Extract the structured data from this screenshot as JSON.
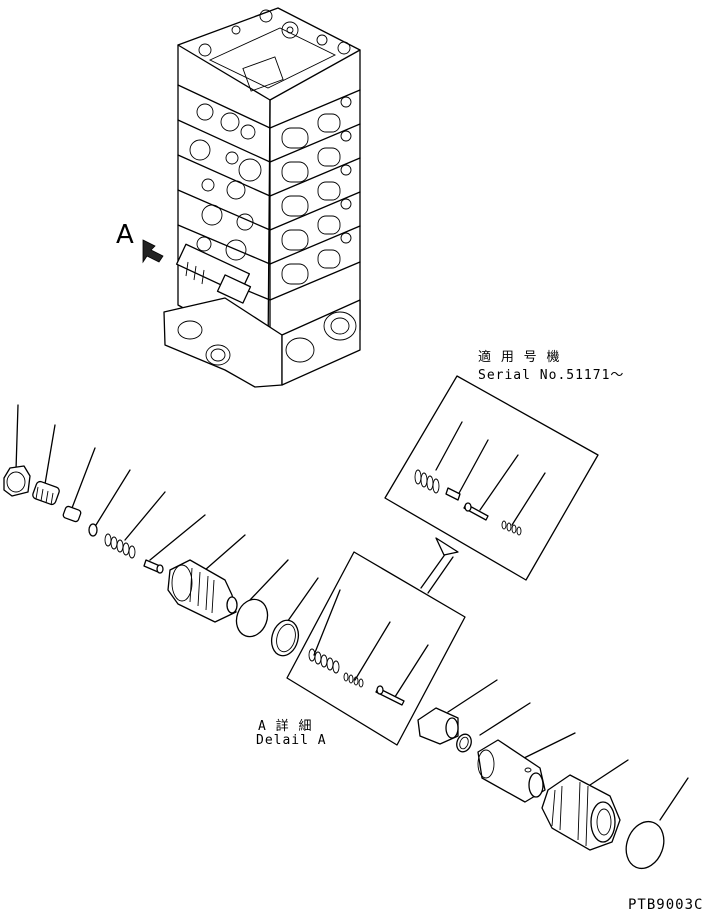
{
  "view_label": "A",
  "detail_label_jp": "A 詳 細",
  "detail_label_en": "Delail A",
  "serial_label_jp": "適 用 号 機",
  "serial_label_en": "Serial No.51171～",
  "drawing_code": "PTB9003C"
}
